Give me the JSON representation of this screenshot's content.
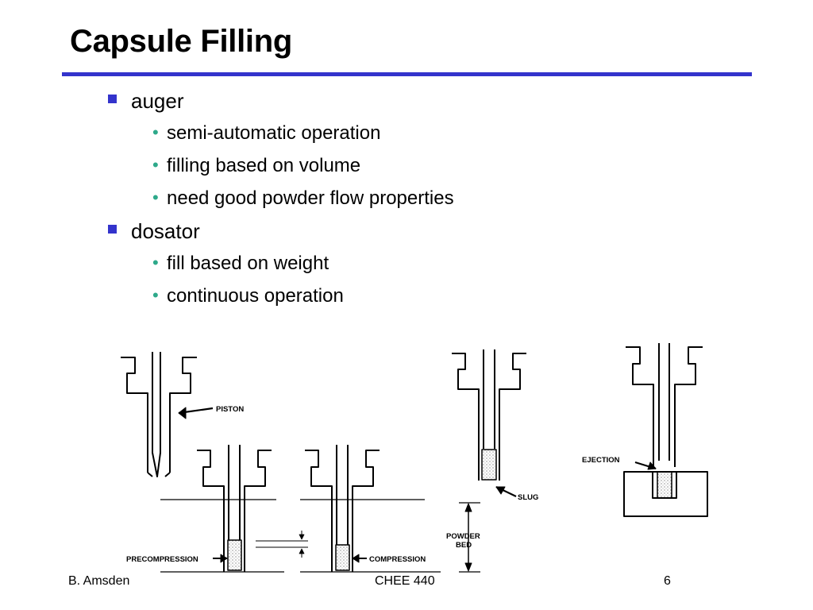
{
  "slide": {
    "title": "Capsule Filling",
    "bullets": [
      {
        "text": "auger",
        "sub": [
          "semi-automatic operation",
          "filling based on volume",
          "need good powder flow properties"
        ]
      },
      {
        "text": "dosator",
        "sub": [
          "fill based on weight",
          "continuous operation"
        ]
      }
    ]
  },
  "diagram": {
    "labels": {
      "piston": "PISTON",
      "precompression": "PRECOMPRESSION",
      "compression": "COMPRESSION",
      "slug": "SLUG",
      "powder_bed_1": "POWDER",
      "powder_bed_2": "BED",
      "ejection": "EJECTION"
    }
  },
  "footer": {
    "author": "B. Amsden",
    "course": "CHEE 440",
    "page": "6"
  },
  "colors": {
    "accent": "#3333cc",
    "sub_bullet": "#2ea98a"
  }
}
